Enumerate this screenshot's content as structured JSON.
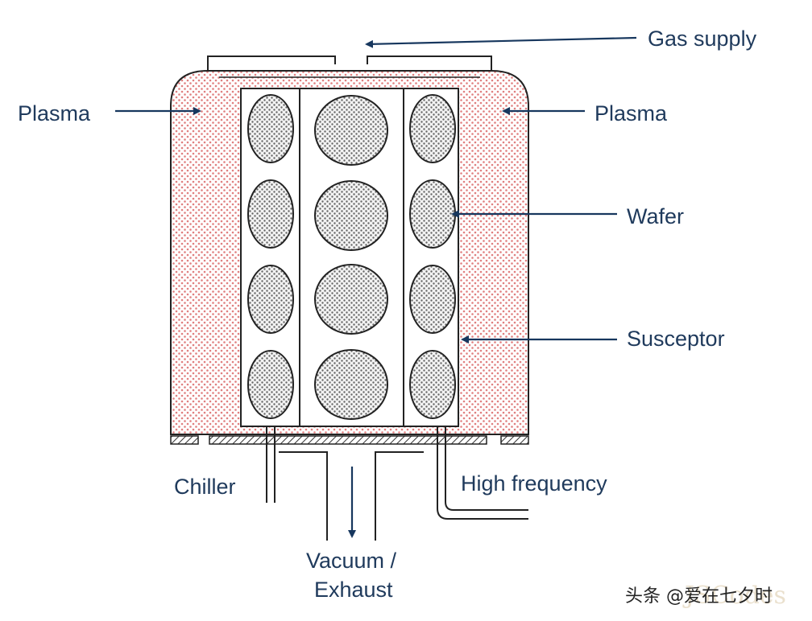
{
  "labels": {
    "gas_supply": "Gas supply",
    "plasma_left": "Plasma",
    "plasma_right": "Plasma",
    "wafer": "Wafer",
    "susceptor": "Susceptor",
    "chiller": "Chiller",
    "high_frequency": "High frequency",
    "vacuum_line1": "Vacuum /",
    "vacuum_line2": "Exhaust"
  },
  "watermark": {
    "author": "头条 @爱在七夕时",
    "overlay": "JSCodes"
  },
  "colors": {
    "label_text": "#1f3a5c",
    "arrow": "#17375e",
    "plasma_dots": "#e07f7f",
    "wafer_dots": "#666666",
    "outline": "#222222"
  }
}
